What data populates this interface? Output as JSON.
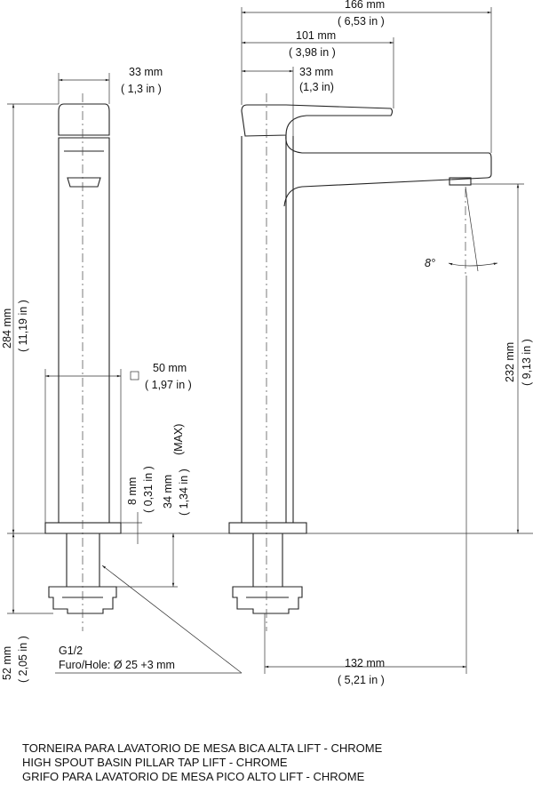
{
  "dimensions": {
    "front_width_top": {
      "mm": "33 mm",
      "in": "( 1,3 in )"
    },
    "total_height": {
      "mm": "284 mm",
      "in": "( 11,19 in )"
    },
    "body_square": {
      "mm": "50 mm",
      "in": "( 1,97 in )"
    },
    "base_thickness": {
      "mm": "8 mm",
      "in": "( 0,31 in )"
    },
    "max_deck": {
      "mm": "34 mm",
      "in": "( 1,34 in )",
      "note": "(MAX)"
    },
    "below_deck": {
      "mm": "52 mm",
      "in": "( 2,05 in )"
    },
    "thread": "G1/2",
    "hole": "Furo/Hole: Ø 25 +3 mm",
    "total_reach": {
      "mm": "166 mm",
      "in": "( 6,53 in )"
    },
    "lever_reach": {
      "mm": "101 mm",
      "in": "( 3,98 in )"
    },
    "side_width_top": {
      "mm": "33 mm",
      "in": "(1,3 in)"
    },
    "angle": "8°",
    "spout_height": {
      "mm": "232 mm",
      "in": "( 9,13 in )"
    },
    "spout_reach": {
      "mm": "132 mm",
      "in": "( 5,21 in )"
    }
  },
  "captions": [
    "TORNEIRA PARA LAVATORIO DE MESA BICA ALTA LIFT - CHROME",
    "HIGH SPOUT BASIN PILLAR TAP LIFT - CHROME",
    "GRIFO PARA LAVATORIO DE MESA PICO ALTO LIFT - CHROME"
  ]
}
